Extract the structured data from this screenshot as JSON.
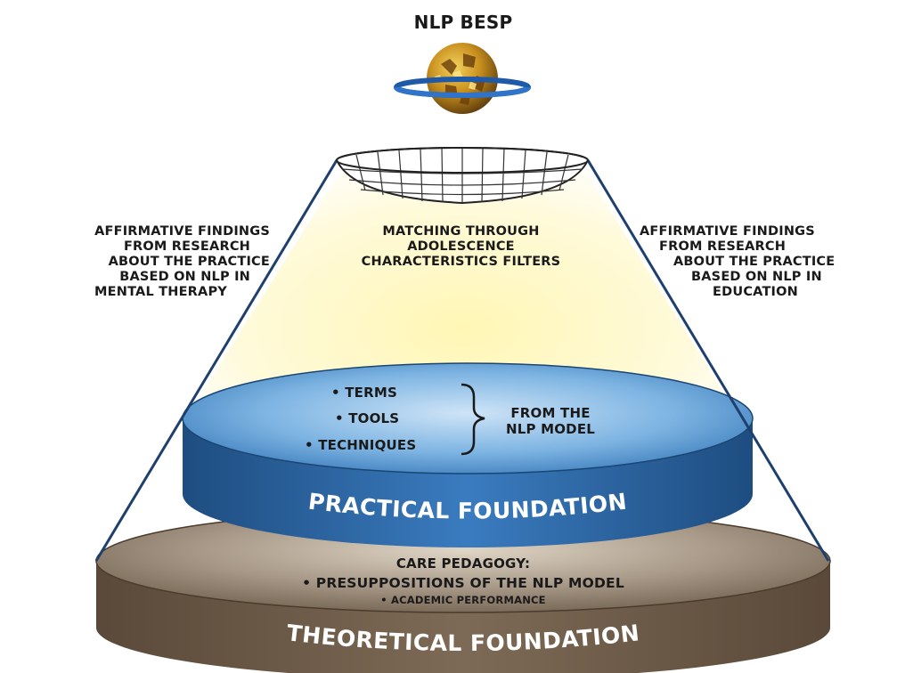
{
  "title": "NLP BESP",
  "left_text": [
    "AFFIRMATIVE FINDINGS",
    "FROM RESEARCH",
    "ABOUT THE PRACTICE",
    "BASED ON NLP IN",
    "MENTAL THERAPY"
  ],
  "center_text": [
    "MATCHING THROUGH",
    "ADOLESCENCE",
    "CHARACTERISTICS FILTERS"
  ],
  "right_text": [
    "AFFIRMATIVE FINDINGS",
    "FROM RESEARCH",
    "ABOUT THE PRACTICE",
    "BASED ON NLP IN",
    "EDUCATION"
  ],
  "practical": {
    "items": [
      "• TERMS",
      "• TOOLS",
      "• TECHNIQUES"
    ],
    "source_line1": "FROM THE",
    "source_line2": "NLP MODEL",
    "label": "PRACTICAL FOUNDATION"
  },
  "theoretical": {
    "line1": "CARE PEDAGOGY:",
    "line2": "• PRESUPPOSITIONS OF THE NLP MODEL",
    "line3": "• ACADEMIC PERFORMANCE",
    "label": "THEORETICAL FOUNDATION"
  },
  "colors": {
    "cone_line": "#1f3f6e",
    "practical_top": "#5b9fd6",
    "practical_side": "#2a5f98",
    "theoretical_top": "#9c8f7f",
    "theoretical_side": "#6b5a4a",
    "glow": "#fff4a8"
  }
}
